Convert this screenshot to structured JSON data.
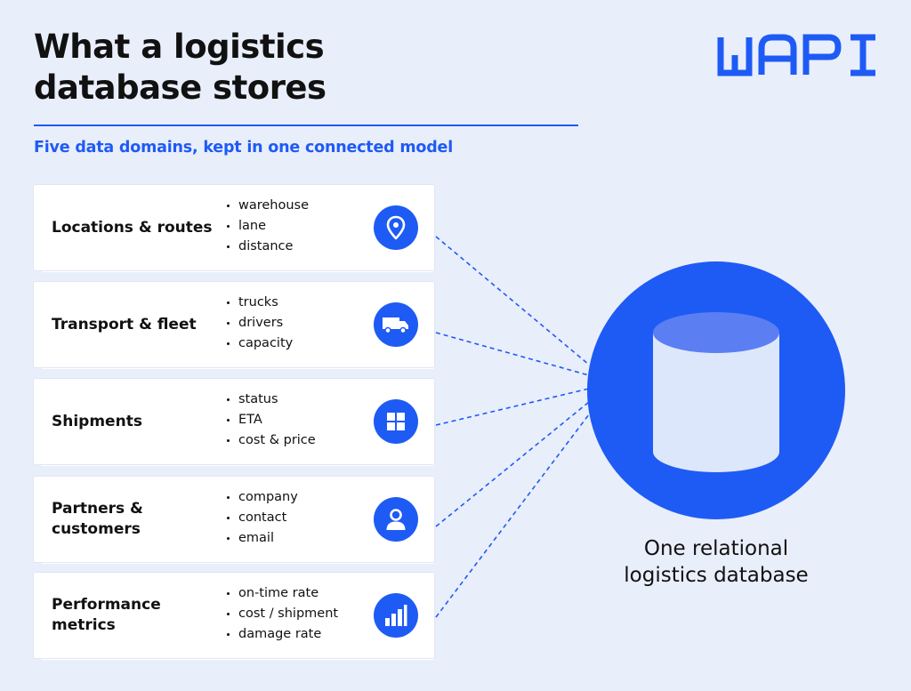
{
  "header": {
    "title_line1": "What a logistics",
    "title_line2": "database stores",
    "subtitle": "Five data domains, kept in one connected model",
    "logo_text": "WAPI"
  },
  "colors": {
    "accent": "#1e5bf5",
    "background": "#e9eefb",
    "card": "#ffffff",
    "text": "#111111",
    "db_body": "#dde7fb",
    "db_top": "#5b7ef2"
  },
  "domains": [
    {
      "title": "Locations & routes",
      "icon": "location-pin-icon",
      "items": [
        "warehouse",
        "lane",
        "distance"
      ]
    },
    {
      "title": "Transport & fleet",
      "icon": "truck-icon",
      "items": [
        "trucks",
        "drivers",
        "capacity"
      ]
    },
    {
      "title": "Shipments",
      "icon": "grid-icon",
      "items": [
        "status",
        "ETA",
        "cost & price"
      ]
    },
    {
      "title": "Partners & customers",
      "icon": "person-icon",
      "items": [
        "company",
        "contact",
        "email"
      ]
    },
    {
      "title": "Performance metrics",
      "icon": "bar-chart-icon",
      "items": [
        "on-time rate",
        "cost / shipment",
        "damage rate"
      ]
    }
  ],
  "database": {
    "label_line1": "One relational",
    "label_line2": "logistics database",
    "icon": "database-cylinder-icon"
  }
}
